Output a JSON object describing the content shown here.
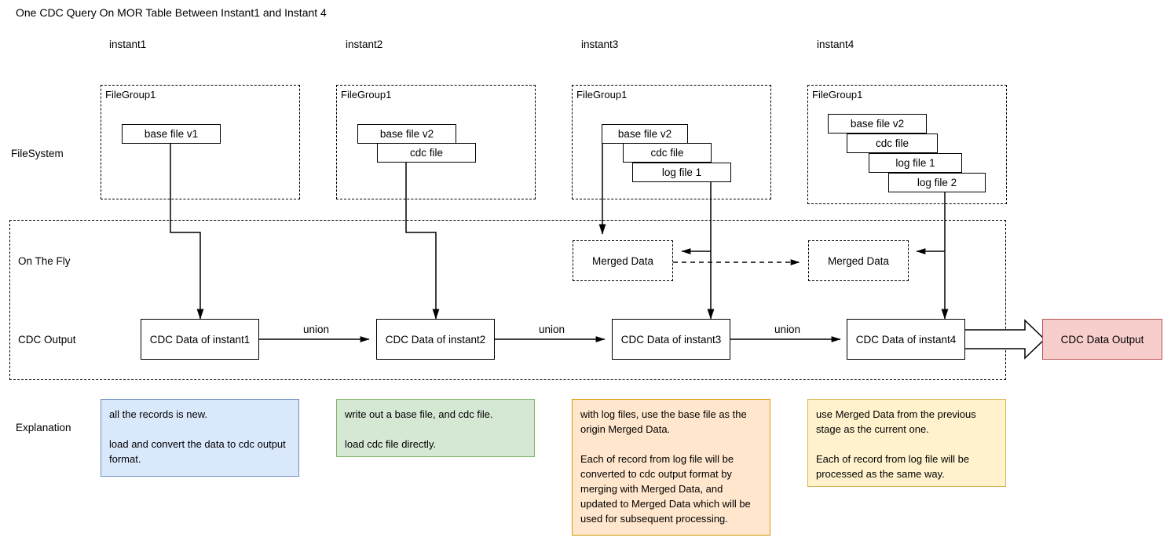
{
  "title": "One CDC Query On MOR Table Between Instant1 and Instant 4",
  "columns": [
    {
      "label": "instant1"
    },
    {
      "label": "instant2"
    },
    {
      "label": "instant3"
    },
    {
      "label": "instant4"
    }
  ],
  "rows": [
    {
      "label": "FileSystem"
    },
    {
      "label": "On The Fly"
    },
    {
      "label": "CDC Output"
    },
    {
      "label": "Explanation"
    }
  ],
  "filegroups": [
    {
      "label": "FileGroup1",
      "files": [
        "base file v1"
      ]
    },
    {
      "label": "FileGroup1",
      "files": [
        "base file v2",
        "cdc file"
      ]
    },
    {
      "label": "FileGroup1",
      "files": [
        "base file v2",
        "cdc file",
        "log file 1"
      ]
    },
    {
      "label": "FileGroup1",
      "files": [
        "base file v2",
        "cdc file",
        "log file 1",
        "log file 2"
      ]
    }
  ],
  "merged": [
    {
      "label": "Merged Data"
    },
    {
      "label": "Merged Data"
    }
  ],
  "cdc_outputs": [
    {
      "label": "CDC Data of instant1"
    },
    {
      "label": "CDC Data of instant2"
    },
    {
      "label": "CDC Data of instant3"
    },
    {
      "label": "CDC Data of instant4"
    }
  ],
  "unions": [
    "union",
    "union",
    "union"
  ],
  "final_output": {
    "label": "CDC Data Output"
  },
  "explanations": [
    {
      "text": "all the records is new.\n\nload and convert the data to cdc output format.",
      "fill": "#dae8fc",
      "stroke": "#6c8ebf"
    },
    {
      "text": "write out a base file, and cdc file.\n\nload cdc file directly.",
      "fill": "#d5e8d4",
      "stroke": "#82b366"
    },
    {
      "text": "with log files, use the base file as the origin Merged Data.\n\nEach of record from log file will be converted to cdc output format by merging with Merged Data, and updated to Merged Data which will be used for subsequent processing.",
      "fill": "#ffe6cc",
      "stroke": "#d79b00"
    },
    {
      "text": "use Merged Data from the previous stage as the current one.\n\nEach of record from log file will be processed as the same way.",
      "fill": "#fff2cc",
      "stroke": "#d6b656"
    }
  ],
  "colors": {
    "output_fill": "#f8cecc",
    "output_stroke": "#b85450",
    "line": "#000000"
  }
}
